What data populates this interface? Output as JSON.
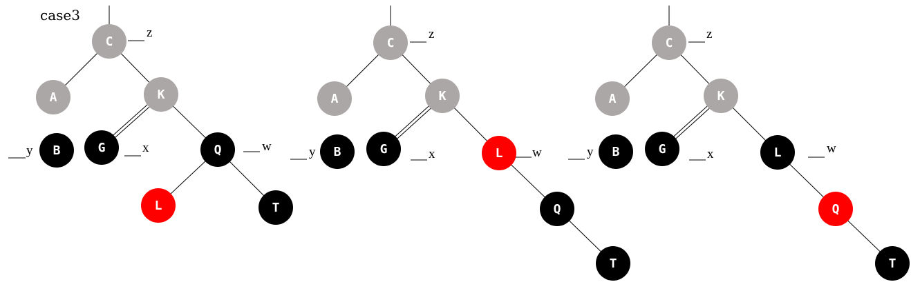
{
  "title": "case3",
  "colors": {
    "gray": "#aba7a6",
    "black": "#000000",
    "red": "#ff0000",
    "edge": "#000000"
  },
  "panels": [
    {
      "nodes": [
        {
          "id": "C",
          "label": "C",
          "color": "gray"
        },
        {
          "id": "A",
          "label": "A",
          "color": "gray"
        },
        {
          "id": "K",
          "label": "K",
          "color": "gray"
        },
        {
          "id": "B",
          "label": "B",
          "color": "black"
        },
        {
          "id": "G",
          "label": "G",
          "color": "black"
        },
        {
          "id": "Q",
          "label": "Q",
          "color": "black"
        },
        {
          "id": "L",
          "label": "L",
          "color": "red"
        },
        {
          "id": "T",
          "label": "T",
          "color": "black"
        }
      ],
      "edges": [
        {
          "from": "C",
          "to": "A"
        },
        {
          "from": "C",
          "to": "K"
        },
        {
          "from": "K",
          "to": "G",
          "double": true
        },
        {
          "from": "K",
          "to": "Q"
        },
        {
          "from": "Q",
          "to": "L"
        },
        {
          "from": "Q",
          "to": "T"
        }
      ],
      "annotations": [
        {
          "node": "C",
          "text": "z"
        },
        {
          "node": "B",
          "text": "y"
        },
        {
          "node": "G",
          "text": "x"
        },
        {
          "node": "Q",
          "text": "w"
        }
      ]
    },
    {
      "nodes": [
        {
          "id": "C",
          "label": "C",
          "color": "gray"
        },
        {
          "id": "A",
          "label": "A",
          "color": "gray"
        },
        {
          "id": "K",
          "label": "K",
          "color": "gray"
        },
        {
          "id": "B",
          "label": "B",
          "color": "black"
        },
        {
          "id": "G",
          "label": "G",
          "color": "black"
        },
        {
          "id": "L",
          "label": "L",
          "color": "red"
        },
        {
          "id": "Q",
          "label": "Q",
          "color": "black"
        },
        {
          "id": "T",
          "label": "T",
          "color": "black"
        }
      ],
      "edges": [
        {
          "from": "C",
          "to": "A"
        },
        {
          "from": "C",
          "to": "K"
        },
        {
          "from": "K",
          "to": "G",
          "double": true
        },
        {
          "from": "K",
          "to": "L"
        },
        {
          "from": "L",
          "to": "Q"
        },
        {
          "from": "Q",
          "to": "T"
        }
      ],
      "annotations": [
        {
          "node": "C",
          "text": "z"
        },
        {
          "node": "B",
          "text": "y"
        },
        {
          "node": "G",
          "text": "x"
        },
        {
          "node": "L",
          "text": "w"
        }
      ]
    },
    {
      "nodes": [
        {
          "id": "C",
          "label": "C",
          "color": "gray"
        },
        {
          "id": "A",
          "label": "A",
          "color": "gray"
        },
        {
          "id": "K",
          "label": "K",
          "color": "gray"
        },
        {
          "id": "B",
          "label": "B",
          "color": "black"
        },
        {
          "id": "G",
          "label": "G",
          "color": "black"
        },
        {
          "id": "L",
          "label": "L",
          "color": "black"
        },
        {
          "id": "Q",
          "label": "Q",
          "color": "red"
        },
        {
          "id": "T",
          "label": "T",
          "color": "black"
        }
      ],
      "edges": [
        {
          "from": "C",
          "to": "A"
        },
        {
          "from": "C",
          "to": "K"
        },
        {
          "from": "K",
          "to": "G",
          "double": true
        },
        {
          "from": "K",
          "to": "L"
        },
        {
          "from": "L",
          "to": "Q"
        },
        {
          "from": "Q",
          "to": "T"
        }
      ],
      "annotations": [
        {
          "node": "C",
          "text": "z"
        },
        {
          "node": "B",
          "text": "y"
        },
        {
          "node": "G",
          "text": "x"
        },
        {
          "node": "L",
          "text": "w"
        }
      ]
    }
  ]
}
